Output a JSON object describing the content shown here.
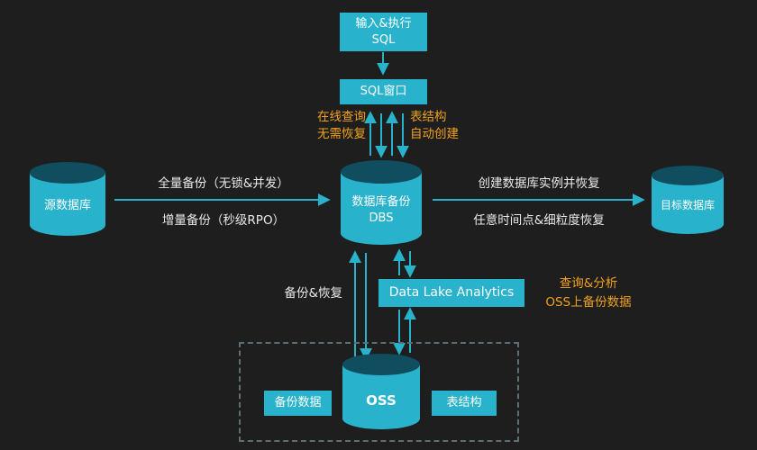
{
  "diagram": {
    "title": "DBS backup architecture diagram",
    "nodes": {
      "input_sql": {
        "line1": "输入&执行",
        "line2": "SQL"
      },
      "sql_window": {
        "label": "SQL窗口"
      },
      "source_db": {
        "label": "源数据库"
      },
      "dbs": {
        "line1": "数据库备份",
        "line2": "DBS"
      },
      "target_db": {
        "label": "目标数据库"
      },
      "data_lake_analytics": {
        "label": "Data Lake Analytics"
      },
      "backup_data": {
        "label": "备份数据"
      },
      "oss": {
        "label": "OSS"
      },
      "table_schema": {
        "label": "表结构"
      }
    },
    "edge_labels": {
      "online_query_line1": "在线查询",
      "online_query_line2": "无需恢复",
      "table_structure_line1": "表结构",
      "table_structure_line2": "自动创建",
      "full_backup": "全量备份（无锁&并发）",
      "incremental_backup": "增量备份（秒级RPO）",
      "create_restore": "创建数据库实例并恢复",
      "point_restore": "任意时间点&细粒度恢复",
      "backup_restore": "备份&恢复",
      "query_analysis_line1": "查询&分析",
      "query_analysis_line2": "OSS上备份数据"
    },
    "colors": {
      "background": "#1d1e1d",
      "accent": "#29b2cc",
      "cylinder_top": "#0f4d5f",
      "orange_label": "#f0a11e",
      "white_label": "#e9e9e9"
    }
  }
}
